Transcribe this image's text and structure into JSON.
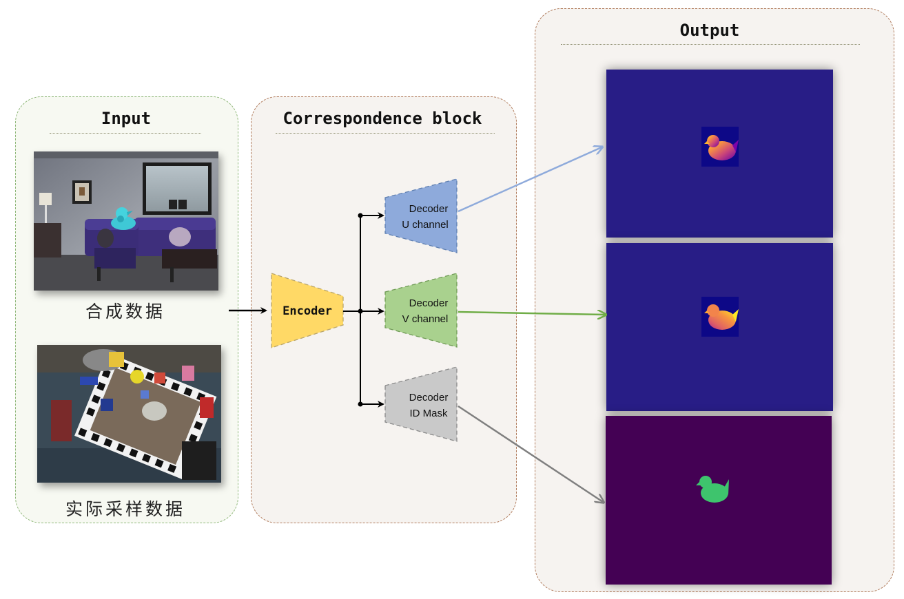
{
  "panels": {
    "input": {
      "title": "Input",
      "captions": [
        "合成数据",
        "实际采样数据"
      ]
    },
    "correspondence": {
      "title": "Correspondence block"
    },
    "output": {
      "title": "Output"
    }
  },
  "encoder": {
    "label": "Encoder",
    "color": "#ffd966"
  },
  "decoders": [
    {
      "line1": "Decoder",
      "line2": "U channel",
      "color": "#8eaadb",
      "arrow_color": "#8eaadb"
    },
    {
      "line1": "Decoder",
      "line2": "V channel",
      "color": "#a9d18e",
      "arrow_color": "#70ad47"
    },
    {
      "line1": "Decoder",
      "line2": "ID Mask",
      "color": "#c9c9c9",
      "arrow_color": "#7f7f7f"
    }
  ],
  "outputs": [
    {
      "kind": "u-map",
      "background": "#281d86"
    },
    {
      "kind": "v-map",
      "background": "#281d86"
    },
    {
      "kind": "mask",
      "background": "#440154",
      "object_color": "#3ec46d"
    }
  ]
}
